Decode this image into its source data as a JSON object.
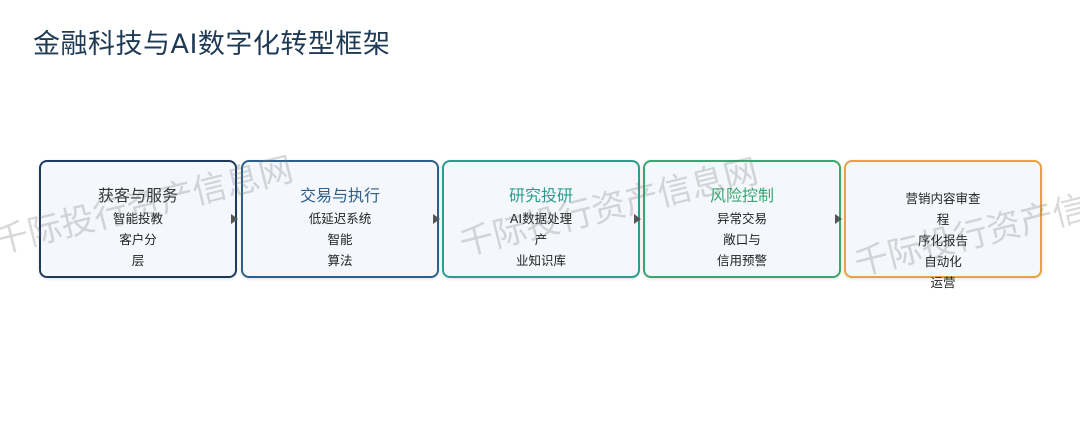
{
  "title": "金融科技与AI数字化转型框架",
  "stages": [
    {
      "title": "获客与服务",
      "items": [
        "智能投教",
        "客户分",
        "层"
      ],
      "border_color": "#1f3a5f",
      "title_color": "#333333"
    },
    {
      "title": "交易与执行",
      "items": [
        "低延迟系统",
        "智能",
        "算法"
      ],
      "border_color": "#2d5f8a",
      "title_color": "#2d5f8a"
    },
    {
      "title": "研究投研",
      "items": [
        "AI数据处理",
        "产",
        "业知识库"
      ],
      "border_color": "#2a9d8f",
      "title_color": "#2a9d8f"
    },
    {
      "title": "风险控制",
      "items": [
        "异常交易",
        "敞口与",
        "信用预警"
      ],
      "border_color": "#3aa672",
      "title_color": "#3aa672"
    },
    {
      "title": "",
      "items": [
        "营销内容审查",
        "程",
        "序化报告",
        "自动化",
        "运营"
      ],
      "border_color": "#e8a33d",
      "title_color": "#e8a33d"
    }
  ],
  "watermark": "千际投行资产信息网"
}
